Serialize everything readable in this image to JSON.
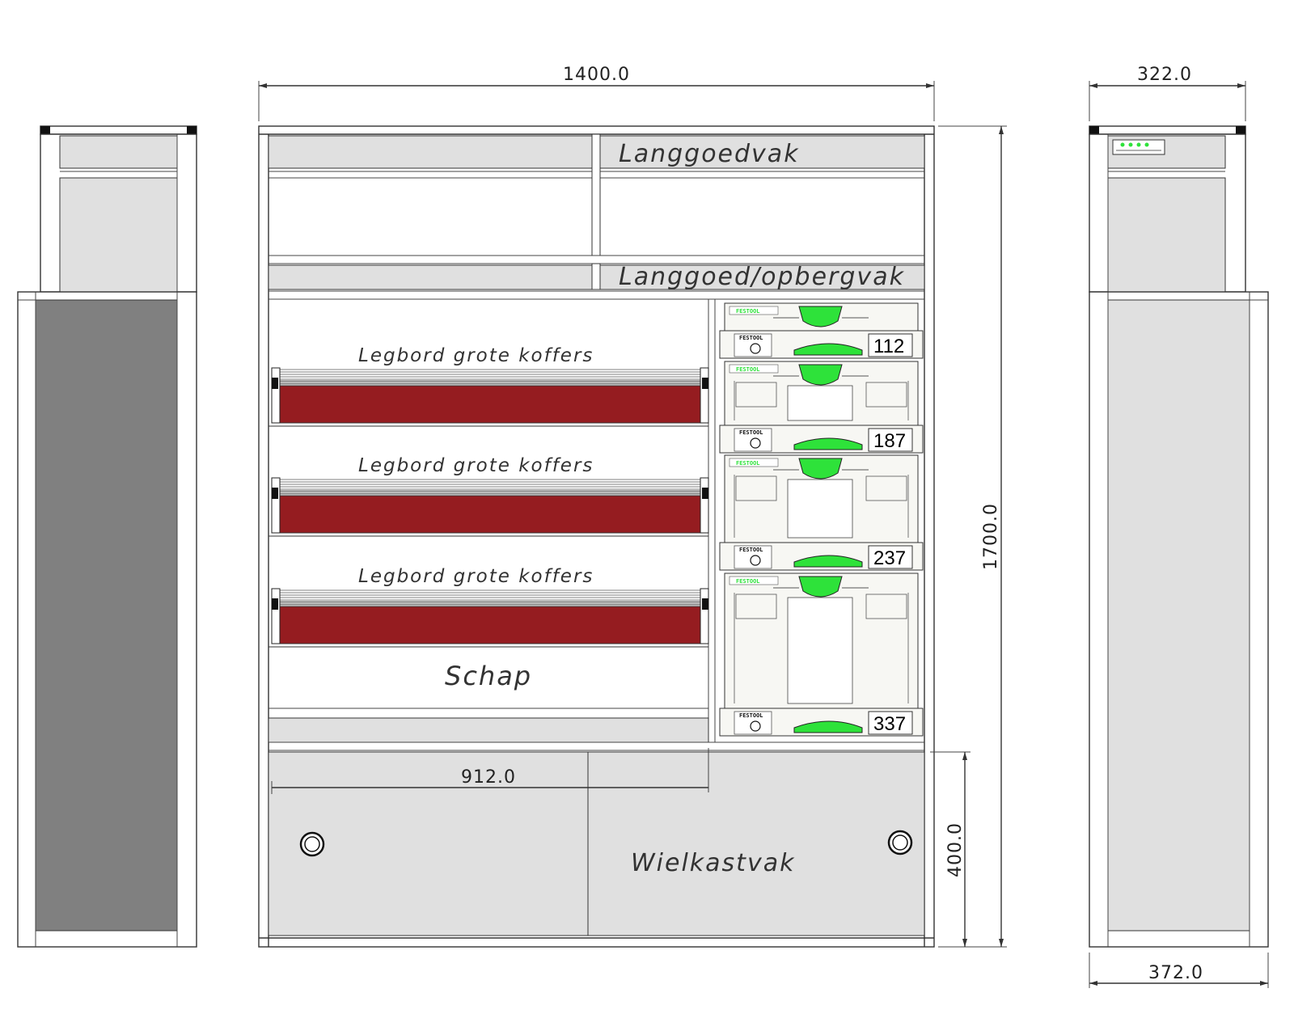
{
  "dimensions": {
    "front_width": "1400.0",
    "side_top_depth": "322.0",
    "side_bottom_depth": "372.0",
    "total_height": "1700.0",
    "wheel_height": "400.0",
    "shelf_width": "912.0"
  },
  "labels": {
    "long_goods": "Langgoedvak",
    "long_goods_storage": "Langgoed/opbergvak",
    "shelf_1": "Legbord grote koffers",
    "shelf_2": "Legbord grote koffers",
    "shelf_3": "Legbord grote koffers",
    "shelf": "Schap",
    "wheel_compartment": "Wielkastvak"
  },
  "systainers": [
    {
      "number": "112",
      "logo": "FESTOOL"
    },
    {
      "number": "187",
      "logo": "FESTOOL"
    },
    {
      "number": "237",
      "logo": "FESTOOL"
    },
    {
      "number": "337",
      "logo": "FESTOOL"
    }
  ],
  "colors": {
    "panel_light": "#e0e0e0",
    "panel_dark": "#808080",
    "shelf_red": "#951c20",
    "systainer_green": "#2ee23a",
    "systainer_body": "#f7f7f3"
  }
}
